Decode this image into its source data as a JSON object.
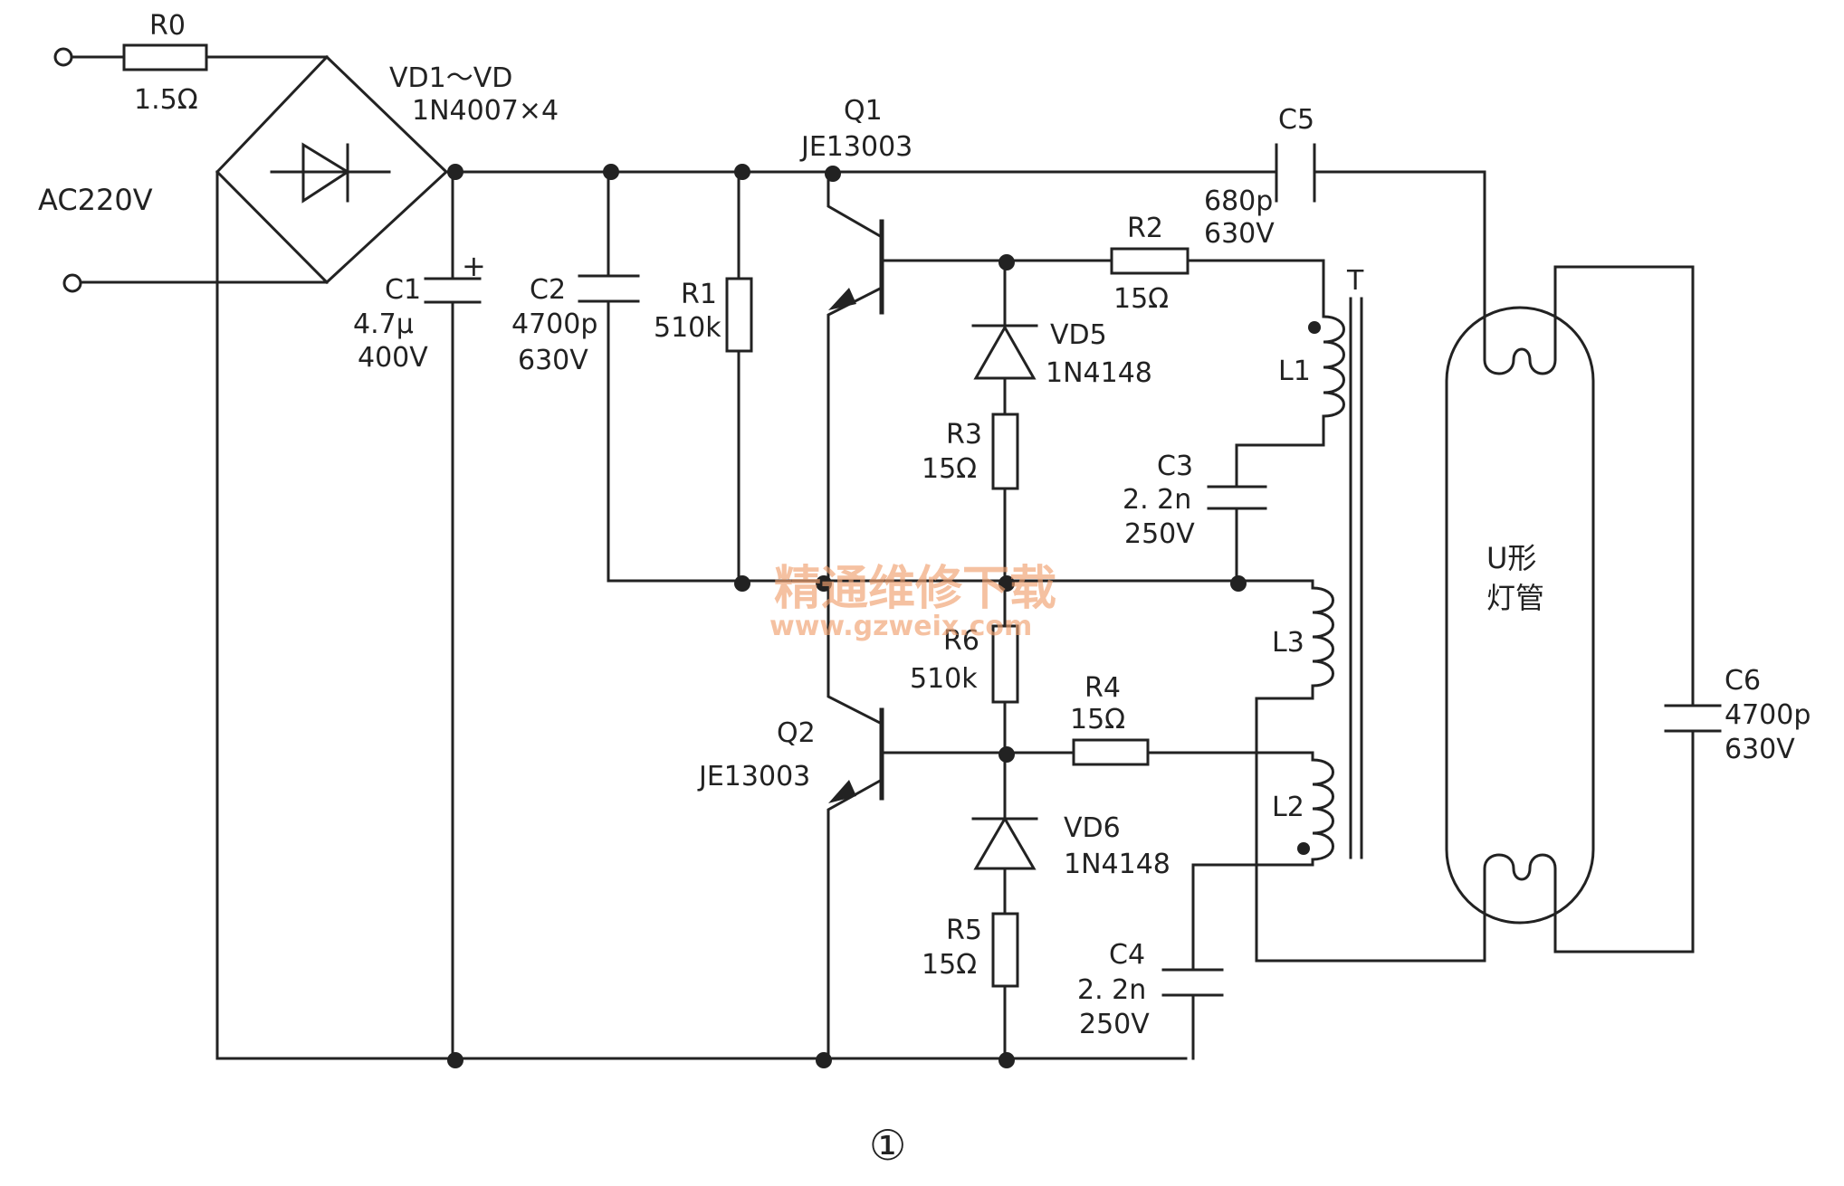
{
  "terminals": {
    "supply": "AC220V"
  },
  "components": {
    "R0": {
      "ref": "R0",
      "value": "1.5Ω"
    },
    "bridge": {
      "ref": "VD1～VD",
      "part": "1N4007×4"
    },
    "C1": {
      "ref": "C1",
      "value": "4.7μ",
      "rating": "400V",
      "polarity": "+"
    },
    "C2": {
      "ref": "C2",
      "value": "4700p",
      "rating": "630V"
    },
    "R1": {
      "ref": "R1",
      "value": "510k"
    },
    "Q1": {
      "ref": "Q1",
      "part": "JE13003"
    },
    "Q2": {
      "ref": "Q2",
      "part": "JE13003"
    },
    "C5": {
      "ref": "C5",
      "value": "680p",
      "rating": "630V"
    },
    "R2": {
      "ref": "R2",
      "value": "15Ω"
    },
    "VD5": {
      "ref": "VD5",
      "part": "1N4148"
    },
    "R3": {
      "ref": "R3",
      "value": "15Ω"
    },
    "T": {
      "ref": "T"
    },
    "L1": {
      "ref": "L1"
    },
    "C3": {
      "ref": "C3",
      "value": "2. 2n",
      "rating": "250V"
    },
    "R6": {
      "ref": "R6",
      "value": "510k"
    },
    "L3": {
      "ref": "L3"
    },
    "R4": {
      "ref": "R4",
      "value": "15Ω"
    },
    "L2": {
      "ref": "L2"
    },
    "VD6": {
      "ref": "VD6",
      "part": "1N4148"
    },
    "R5": {
      "ref": "R5",
      "value": "15Ω"
    },
    "C4": {
      "ref": "C4",
      "value": "2. 2n",
      "rating": "250V"
    },
    "lamp": {
      "line1": "U形",
      "line2": "灯管"
    },
    "C6": {
      "ref": "C6",
      "value": "4700p",
      "rating": "630V"
    }
  },
  "watermark": {
    "text": "精通维修下载",
    "url": "www.gzweix.com"
  },
  "figure_label": "①"
}
